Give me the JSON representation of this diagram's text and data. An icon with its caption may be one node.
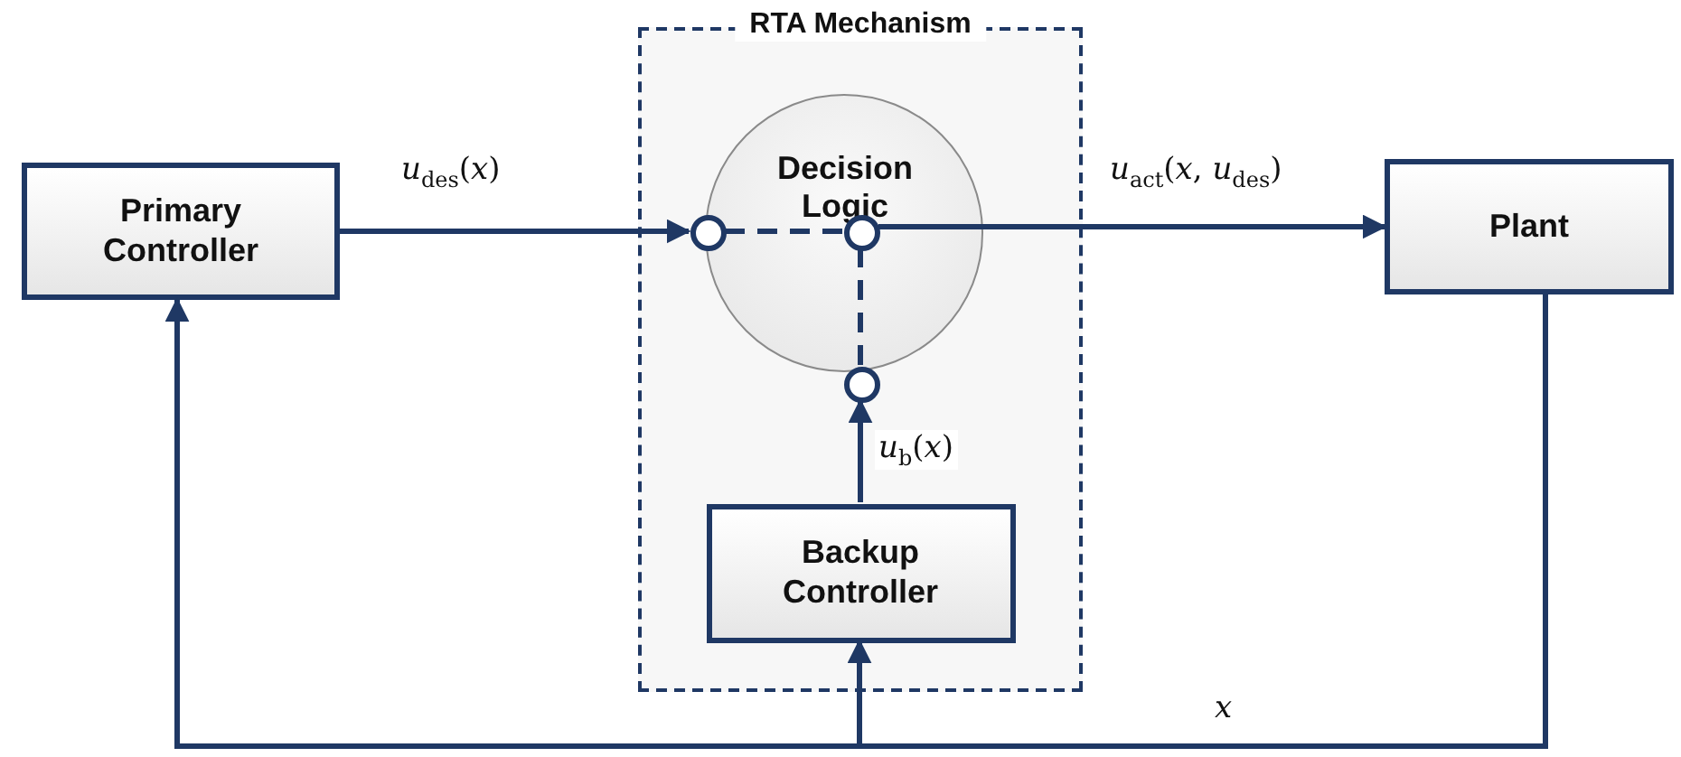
{
  "diagram": {
    "nodes": [
      {
        "text": [
          "Primary Controller"
        ]
      },
      {
        "text": [
          "RTA Mechanism"
        ]
      },
      {
        "text": [
          "Decision Logic"
        ],
        "in": 1
      },
      {
        "text": [],
        "shape": "circle",
        "in": 1
      },
      {
        "text": [],
        "shape": "circle",
        "in": 2
      },
      {
        "text": [],
        "shape": "circle",
        "in": 1
      },
      {
        "text": [
          "Plant"
        ]
      },
      {
        "text": [
          "Backup Controller"
        ],
        "in": 1
      }
    ],
    "edges": [
      {
        "from": 0,
        "to": 3,
        "arrow": "to",
        "label": "*u*$_{des}$(*x*)"
      },
      {
        "from": 3,
        "to": 4,
        "arrow": "none",
        "style": "dashed"
      },
      {
        "from": 5,
        "to": 4,
        "arrow": "none",
        "style": "dashed"
      },
      {
        "from": 4,
        "to": 6,
        "arrow": "to",
        "label": "*u*$_{act}$(*x*, *u*$_{des}$)"
      },
      {
        "from": 7,
        "to": 5,
        "arrow": "to",
        "label": "*u*$_{b}$(*x*)"
      },
      {
        "from": 6,
        "to": 0,
        "arrow": "to",
        "label": "*x*"
      },
      {
        "from": 6,
        "to": 7,
        "arrow": "to"
      }
    ]
  }
}
